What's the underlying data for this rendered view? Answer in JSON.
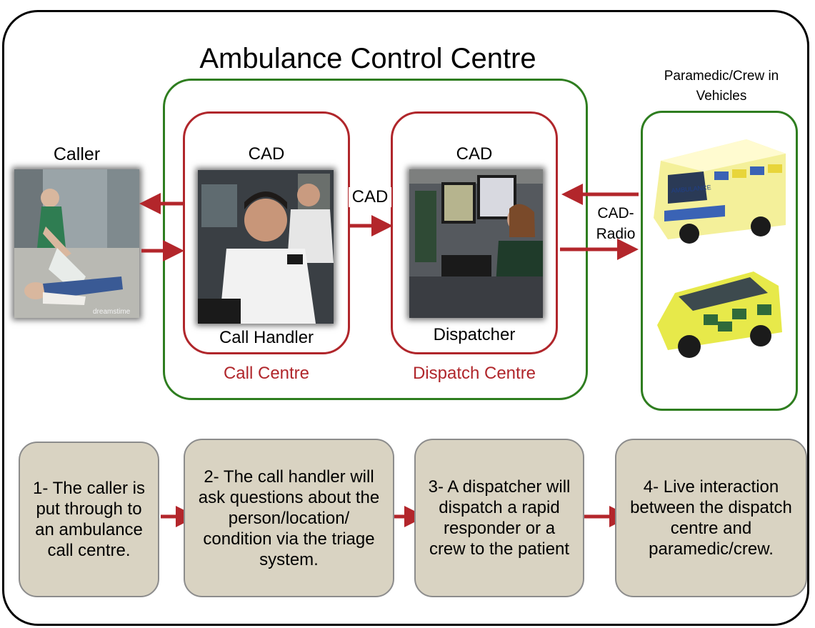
{
  "title": "Ambulance Control Centre",
  "caller": {
    "label": "Caller",
    "photo_caption": "dreamstime"
  },
  "call_handler": {
    "top_label": "CAD",
    "bottom_label": "Call Handler",
    "centre_label": "Call Centre"
  },
  "dispatcher": {
    "top_label": "CAD",
    "bottom_label": "Dispatcher",
    "centre_label": "Dispatch Centre"
  },
  "link_label": "CAD",
  "radio_label_1": "CAD-",
  "radio_label_2": "Radio",
  "vehicles": {
    "label_1": "Paramedic/Crew in",
    "label_2": "Vehicles",
    "ambulance_text": "AMBULANCE"
  },
  "steps": [
    "1- The caller is put through to an ambulance call centre.",
    "2- The call handler will ask questions about the person/location/ condition via the triage system.",
    "3- A dispatcher will dispatch a rapid responder or a crew to the patient",
    "4- Live interaction between the dispatch centre and paramedic/crew."
  ],
  "colors": {
    "green": "#2e7d1f",
    "red": "#b0262b",
    "arrow": "#b3262b",
    "step_fill": "#d9d3c2"
  }
}
